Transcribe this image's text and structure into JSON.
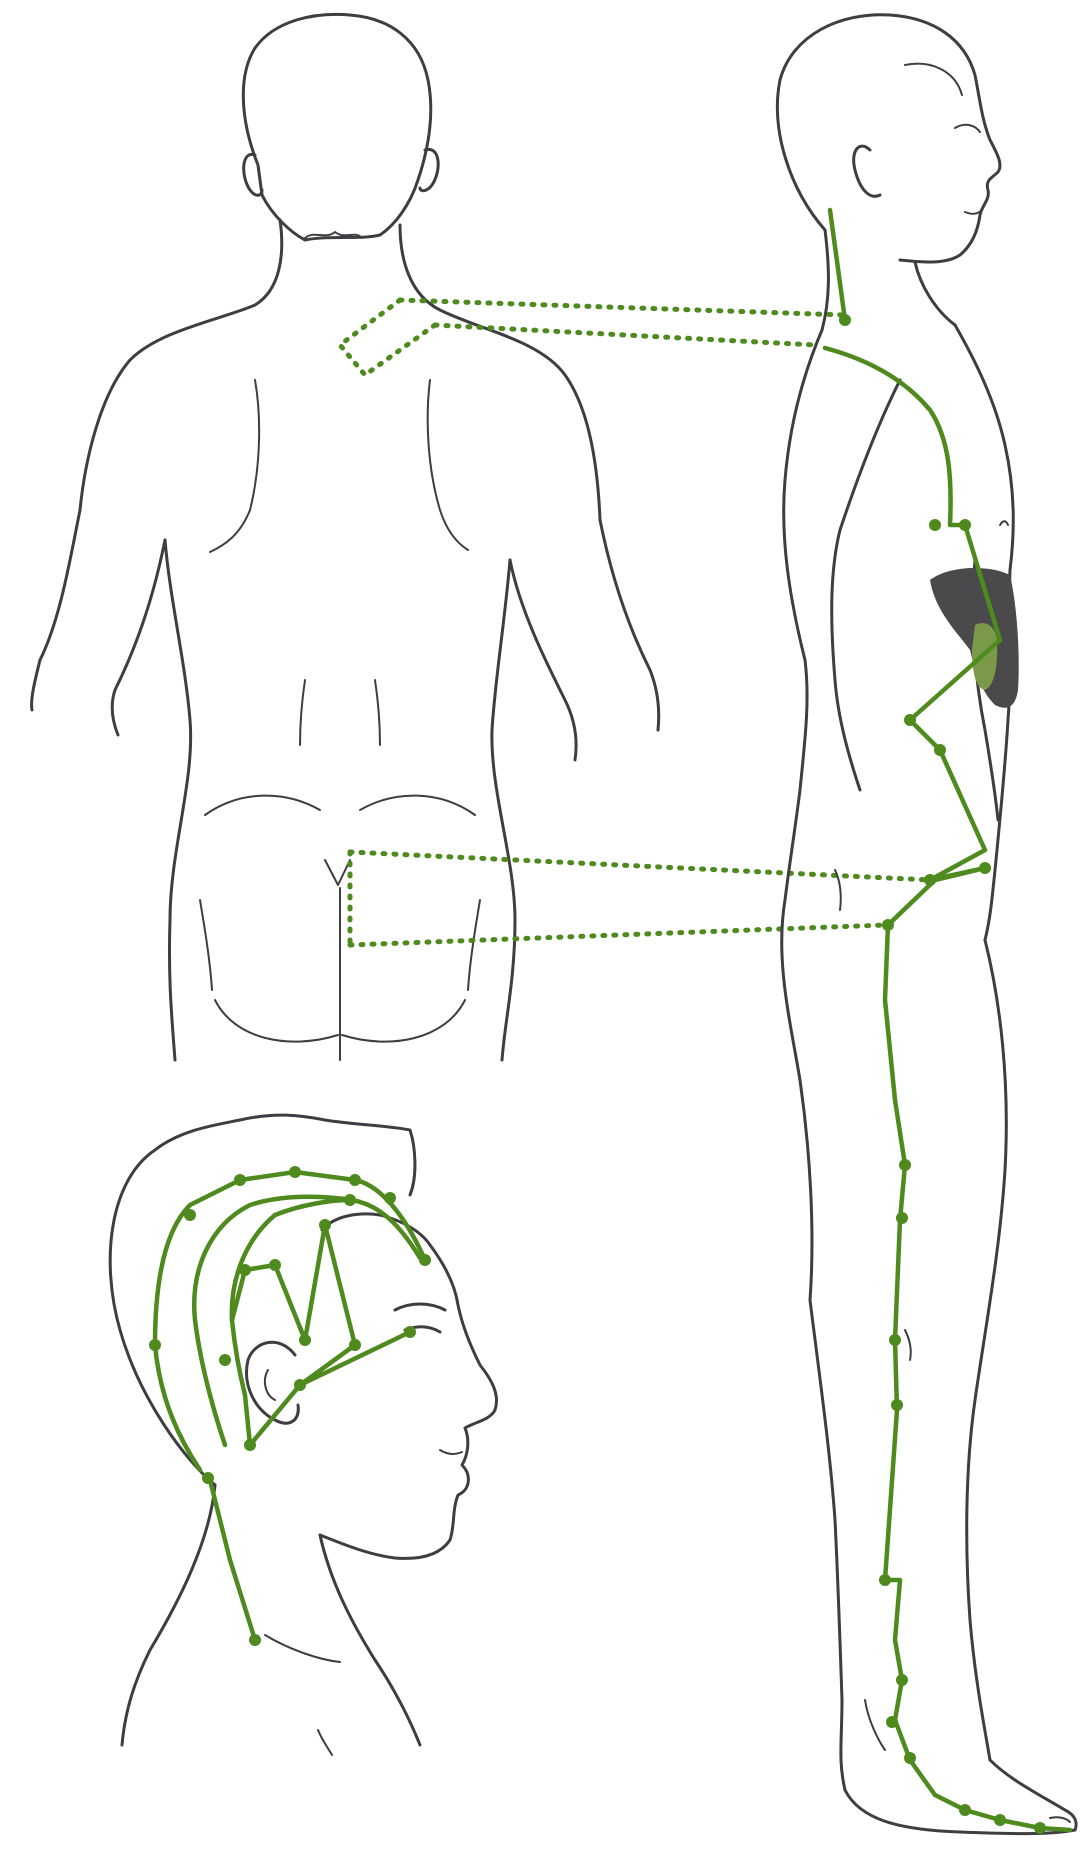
{
  "colors": {
    "meridian": "#4e8a1e",
    "outline": "#3d3d42",
    "organ_dark": "#4a4a4d",
    "organ_light": "#7a9a4a",
    "background": "#ffffff"
  },
  "figures": [
    "back-view-torso",
    "side-view-full-body",
    "side-view-head"
  ],
  "meridian_name": ""
}
